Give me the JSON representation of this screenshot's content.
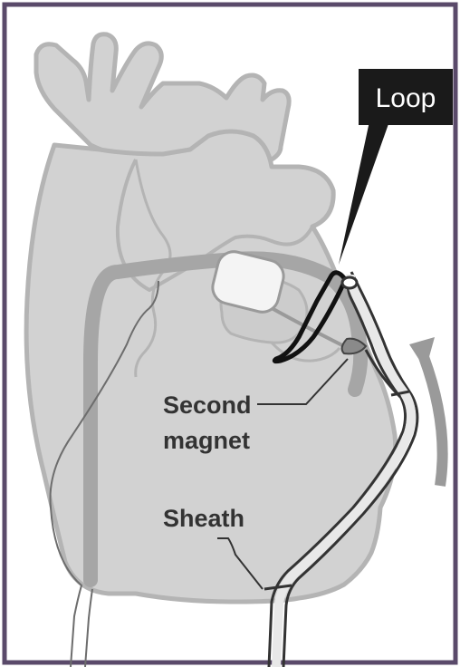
{
  "labels": {
    "loop": "Loop",
    "second_magnet_line1": "Second",
    "second_magnet_line2": "magnet",
    "sheath": "Sheath"
  },
  "colors": {
    "frame": "#5a4a6a",
    "heart_fill": "#d2d2d2",
    "heart_stroke": "#b4b4b4",
    "vessel_band": "#a6a6a6",
    "catheter_dark": "#333333",
    "loop_black": "#111111",
    "magnet_fill": "#f4f4f4",
    "arrow_gray": "#9a9a9a",
    "callout_bg": "#1a1a1a",
    "label_text": "#333333"
  },
  "icons": {
    "heart": "heart-illustration",
    "arrow": "curved-up-arrow",
    "magnet": "magnet-capsule"
  }
}
